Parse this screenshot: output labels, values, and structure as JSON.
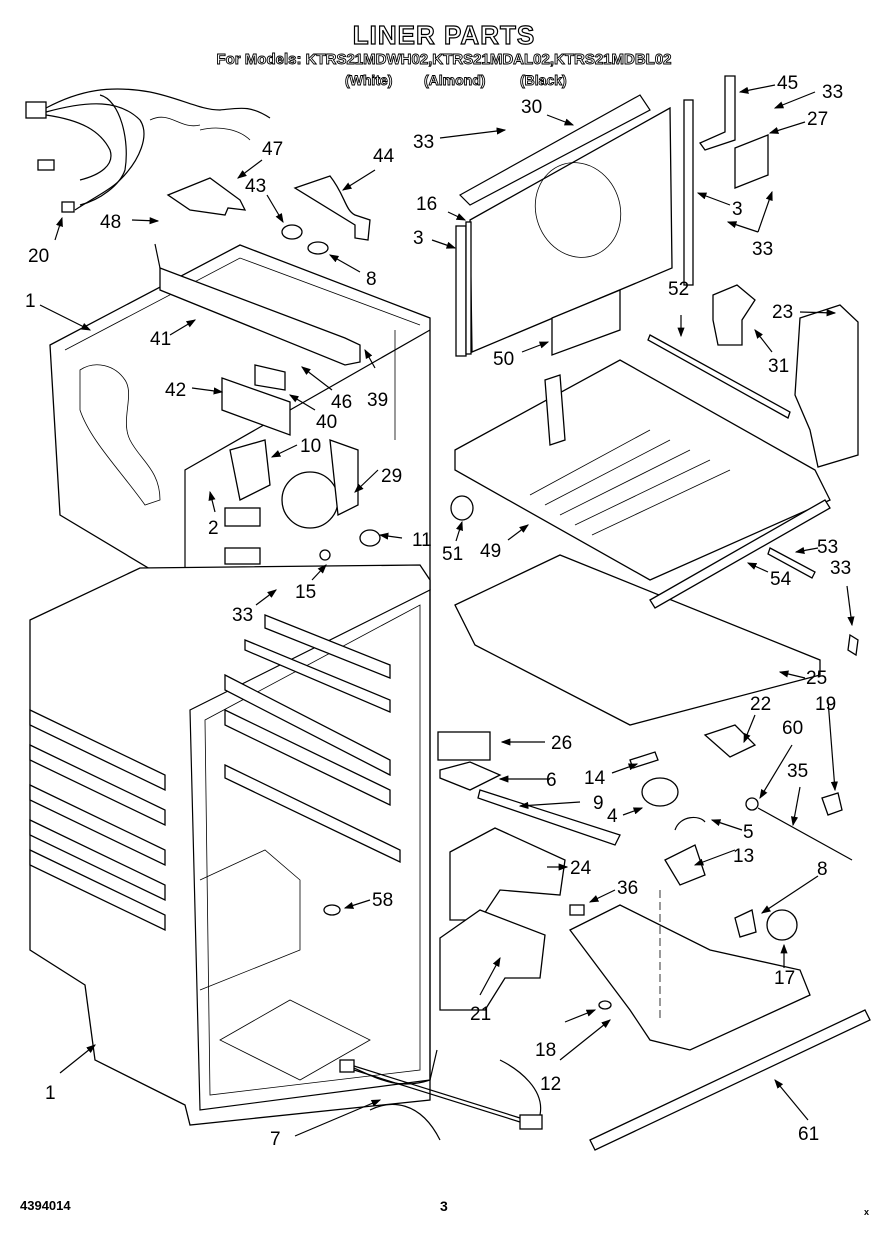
{
  "header": {
    "title": "LINER PARTS",
    "models_line": "For Models: KTRS21MDWH02,KTRS21MDAL02,KTRS21MDBL02",
    "variants": [
      "(White)",
      "(Almond)",
      "(Black)"
    ]
  },
  "callouts": [
    {
      "id": "c20",
      "label": "20"
    },
    {
      "id": "c47",
      "label": "47"
    },
    {
      "id": "c43",
      "label": "43"
    },
    {
      "id": "c44",
      "label": "44"
    },
    {
      "id": "c48",
      "label": "48"
    },
    {
      "id": "c8a",
      "label": "8"
    },
    {
      "id": "c1a",
      "label": "1"
    },
    {
      "id": "c41",
      "label": "41"
    },
    {
      "id": "c42",
      "label": "42"
    },
    {
      "id": "c46",
      "label": "46"
    },
    {
      "id": "c40",
      "label": "40"
    },
    {
      "id": "c39",
      "label": "39"
    },
    {
      "id": "c10",
      "label": "10"
    },
    {
      "id": "c29",
      "label": "29"
    },
    {
      "id": "c2",
      "label": "2"
    },
    {
      "id": "c11",
      "label": "11"
    },
    {
      "id": "c33a",
      "label": "33"
    },
    {
      "id": "c15",
      "label": "15"
    },
    {
      "id": "c30",
      "label": "30"
    },
    {
      "id": "c33b",
      "label": "33"
    },
    {
      "id": "c16",
      "label": "16"
    },
    {
      "id": "c3a",
      "label": "3"
    },
    {
      "id": "c45",
      "label": "45"
    },
    {
      "id": "c33c",
      "label": "33"
    },
    {
      "id": "c27",
      "label": "27"
    },
    {
      "id": "c3b",
      "label": "3"
    },
    {
      "id": "c33d",
      "label": "33"
    },
    {
      "id": "c52",
      "label": "52"
    },
    {
      "id": "c23",
      "label": "23"
    },
    {
      "id": "c31",
      "label": "31"
    },
    {
      "id": "c50",
      "label": "50"
    },
    {
      "id": "c51",
      "label": "51"
    },
    {
      "id": "c49",
      "label": "49"
    },
    {
      "id": "c53",
      "label": "53"
    },
    {
      "id": "c54",
      "label": "54"
    },
    {
      "id": "c33e",
      "label": "33"
    },
    {
      "id": "c25",
      "label": "25"
    },
    {
      "id": "c22",
      "label": "22"
    },
    {
      "id": "c19",
      "label": "19"
    },
    {
      "id": "c60",
      "label": "60"
    },
    {
      "id": "c35",
      "label": "35"
    },
    {
      "id": "c26",
      "label": "26"
    },
    {
      "id": "c6",
      "label": "6"
    },
    {
      "id": "c14",
      "label": "14"
    },
    {
      "id": "c9",
      "label": "9"
    },
    {
      "id": "c4",
      "label": "4"
    },
    {
      "id": "c5",
      "label": "5"
    },
    {
      "id": "c13",
      "label": "13"
    },
    {
      "id": "c24",
      "label": "24"
    },
    {
      "id": "c8b",
      "label": "8"
    },
    {
      "id": "c36",
      "label": "36"
    },
    {
      "id": "c58",
      "label": "58"
    },
    {
      "id": "c17",
      "label": "17"
    },
    {
      "id": "c21",
      "label": "21"
    },
    {
      "id": "c18",
      "label": "18"
    },
    {
      "id": "c12",
      "label": "12"
    },
    {
      "id": "c1b",
      "label": "1"
    },
    {
      "id": "c7",
      "label": "7"
    },
    {
      "id": "c61",
      "label": "61"
    }
  ],
  "footer": {
    "doc_number": "4394014",
    "page_number": "3",
    "mark": "x"
  }
}
